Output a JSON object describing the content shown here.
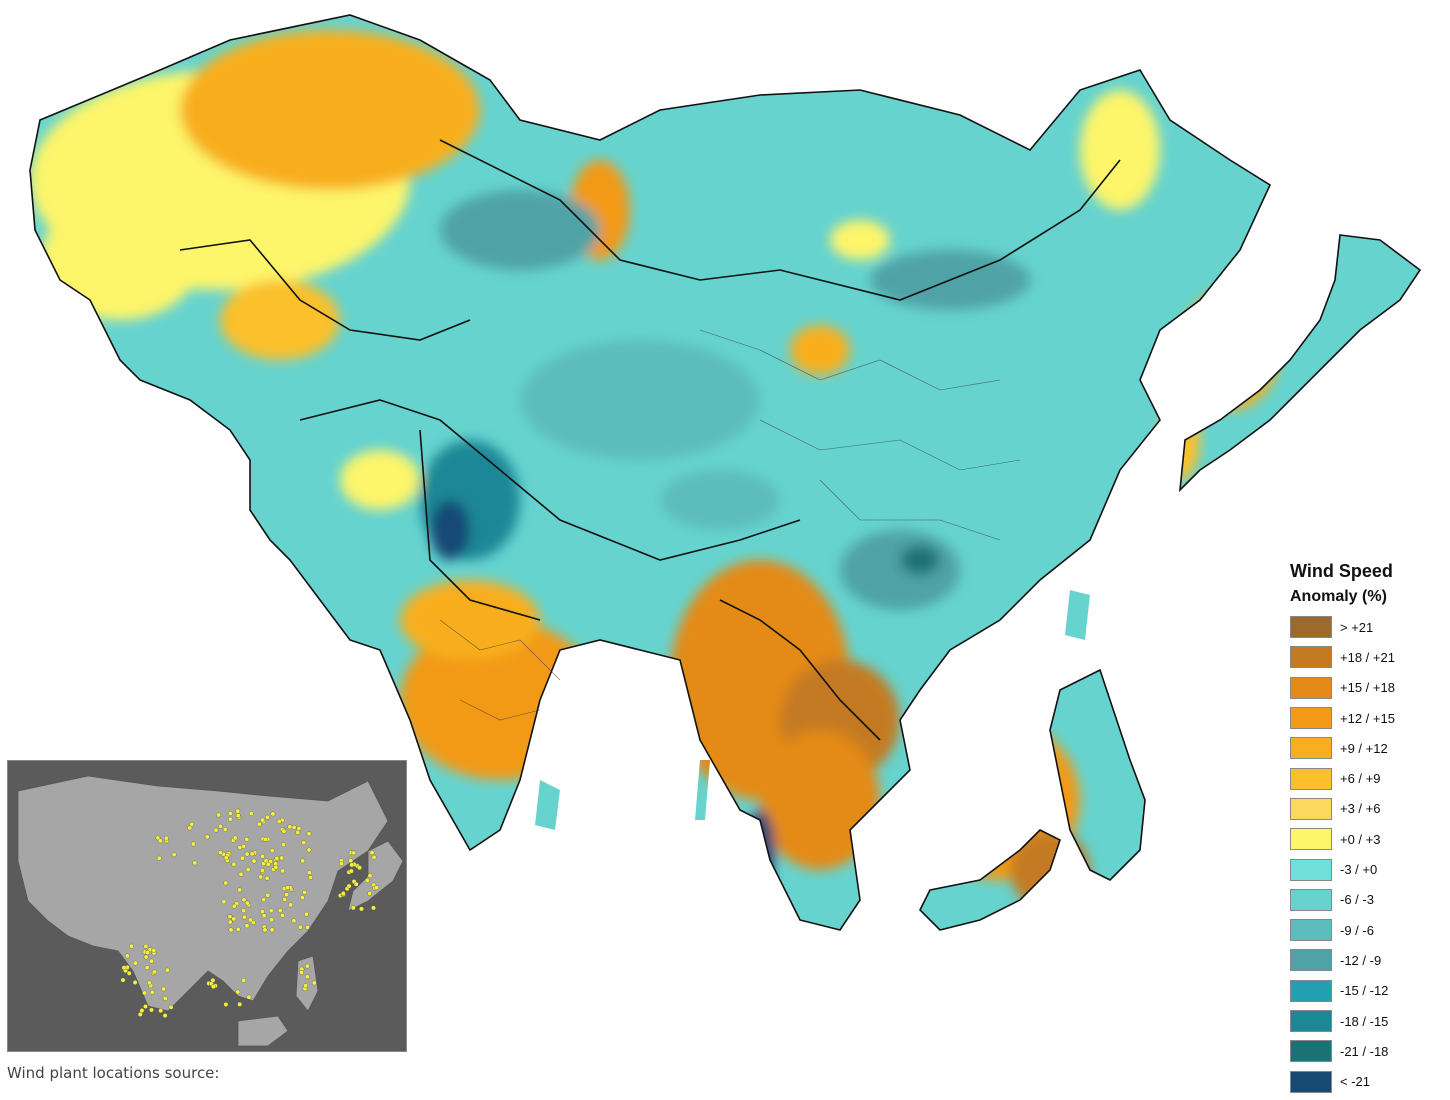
{
  "legend": {
    "title": "Wind Speed",
    "subtitle": "Anomaly (%)",
    "items": [
      {
        "label": "> +21",
        "color": "#9b6a2c"
      },
      {
        "label": "+18 / +21",
        "color": "#c47a20"
      },
      {
        "label": "+15 / +18",
        "color": "#e48a18"
      },
      {
        "label": "+12 / +15",
        "color": "#f29a18"
      },
      {
        "label": "+9 / +12",
        "color": "#f8ae1e"
      },
      {
        "label": "+6 / +9",
        "color": "#fbc02c"
      },
      {
        "label": "+3 / +6",
        "color": "#fdd860"
      },
      {
        "label": "+0 / +3",
        "color": "#fdf56a"
      },
      {
        "label": "-3 / +0",
        "color": "#6fe0dc"
      },
      {
        "label": "-6 / -3",
        "color": "#66d3cf"
      },
      {
        "label": "-9 / -6",
        "color": "#5dbdbc"
      },
      {
        "label": "-12 / -9",
        "color": "#4fa3a6"
      },
      {
        "label": "-15 / -12",
        "color": "#22a0b0"
      },
      {
        "label": "-18 / -15",
        "color": "#1c8796"
      },
      {
        "label": "-21 / -18",
        "color": "#1a7176"
      },
      {
        "label": "< -21",
        "color": "#164a74"
      }
    ]
  },
  "inset": {
    "background_color": "#5b5b5b",
    "land_color": "#a6a6a6",
    "marker_color": "#f3ef3a"
  },
  "source_text": "Wind plant locations source:"
}
